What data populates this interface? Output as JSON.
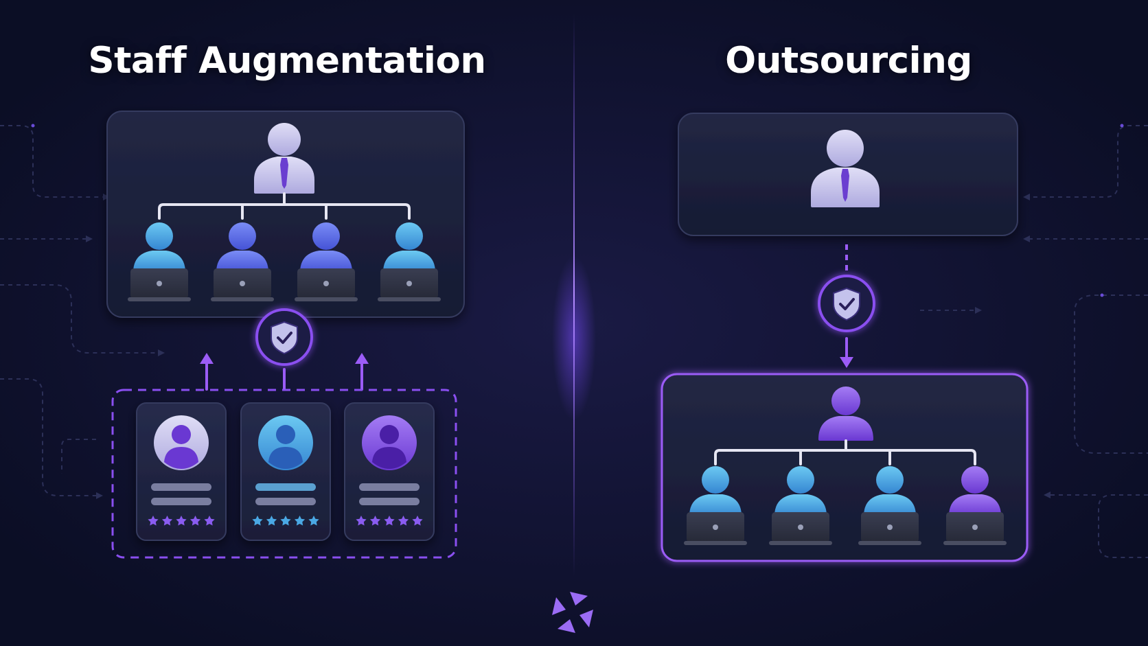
{
  "titles": {
    "left": "Staff Augmentation",
    "right": "Outsourcing"
  },
  "colors": {
    "background": "#0d1028",
    "panel": "#1b1f3c",
    "accent_purple": "#8a4ff0",
    "person_cyan": "#4aa8e4",
    "person_blue": "#5b6fe8",
    "person_purple": "#7c4ce0",
    "manager_lavender": "#c4c2ec",
    "connector": "#e6e6f2"
  },
  "icons": {
    "manager": "manager-icon",
    "team_member": "team-member-at-laptop-icon",
    "security": "shield-check-icon",
    "profile": "profile-avatar-icon",
    "rating": "star-icon",
    "brand": "brand-logo-icon"
  },
  "left_panel": {
    "team_members": [
      "cyan",
      "blue",
      "blue",
      "cyan"
    ],
    "profile_cards": [
      {
        "avatar": "lavender",
        "rating": 5
      },
      {
        "avatar": "cyan",
        "rating": 5
      },
      {
        "avatar": "purple",
        "rating": 5
      }
    ]
  },
  "right_panel": {
    "team_members": [
      "cyan",
      "cyan",
      "cyan",
      "purple"
    ]
  }
}
